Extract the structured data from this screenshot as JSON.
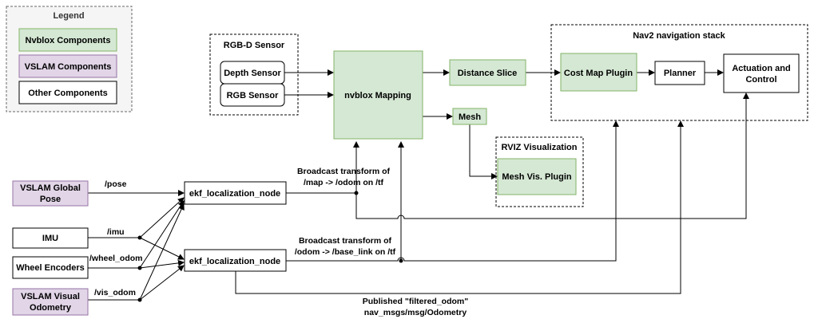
{
  "legend": {
    "title": "Legend",
    "items": [
      "Nvblox Components",
      "VSLAM Components",
      "Other Components"
    ]
  },
  "groups": {
    "rgbd": "RGB-D Sensor",
    "nav2": "Nav2 navigation stack",
    "rviz": "RVIZ Visualization"
  },
  "nodes": {
    "depth_sensor": "Depth Sensor",
    "rgb_sensor": "RGB Sensor",
    "nvblox_mapping": "nvblox Mapping",
    "distance_slice": "Distance Slice",
    "mesh": "Mesh",
    "mesh_vis_plugin": "Mesh Vis. Plugin",
    "cost_map_plugin": "Cost Map Plugin",
    "planner": "Planner",
    "actuation_line1": "Actuation and",
    "actuation_line2": "Control",
    "vslam_global_line1": "VSLAM Global",
    "vslam_global_line2": "Pose",
    "imu": "IMU",
    "wheel_encoders": "Wheel Encoders",
    "vslam_visual_line1": "VSLAM Visual",
    "vslam_visual_line2": "Odometry",
    "ekf_top": "ekf_localization_node",
    "ekf_bottom": "ekf_localization_node"
  },
  "labels": {
    "pose": "/pose",
    "imu": "/imu",
    "wheel_odom": "/wheel_odom",
    "vis_odom": "/vis_odom",
    "broadcast1_line1": "Broadcast transform of",
    "broadcast1_line2": "/map -> /odom on /tf",
    "broadcast2_line1": "Broadcast transform of",
    "broadcast2_line2": "/odom -> /base_link on /tf",
    "published_line1": "Published \"filtered_odom\"",
    "published_line2": "nav_msgs/msg/Odometry"
  },
  "colors": {
    "nvblox_fill": "#d5e8d4",
    "nvblox_stroke": "#82b366",
    "vslam_fill": "#e1d5e7",
    "vslam_stroke": "#9673a6",
    "other_fill": "#ffffff"
  }
}
